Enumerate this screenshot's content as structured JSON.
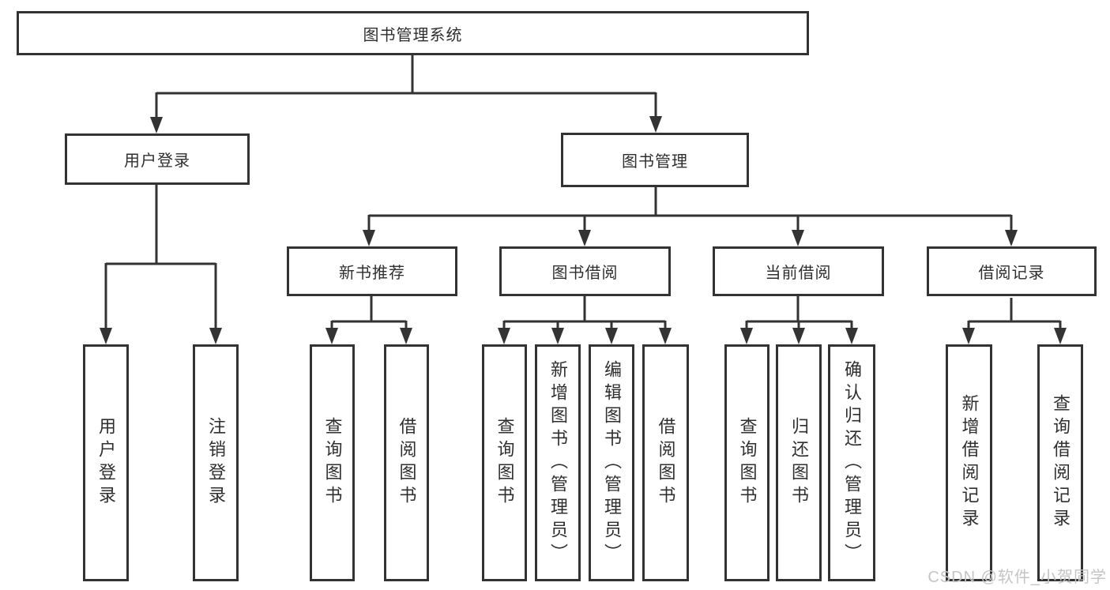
{
  "tree": {
    "label": "图书管理系统",
    "children": [
      {
        "label": "用户登录",
        "children": [
          {
            "label": "用户登录"
          },
          {
            "label": "注销登录"
          }
        ]
      },
      {
        "label": "图书管理",
        "children": [
          {
            "label": "新书推荐",
            "children": [
              {
                "label": "查询图书"
              },
              {
                "label": "借阅图书"
              }
            ]
          },
          {
            "label": "图书借阅",
            "children": [
              {
                "label": "查询图书"
              },
              {
                "label": "新增图书（管理员）"
              },
              {
                "label": "编辑图书（管理员）"
              },
              {
                "label": "借阅图书"
              }
            ]
          },
          {
            "label": "当前借阅",
            "children": [
              {
                "label": "查询图书"
              },
              {
                "label": "归还图书"
              },
              {
                "label": "确认归还（管理员）"
              }
            ]
          },
          {
            "label": "借阅记录",
            "children": [
              {
                "label": "新增借阅记录"
              },
              {
                "label": "查询借阅记录"
              }
            ]
          }
        ]
      }
    ]
  },
  "watermark": {
    "text": "CSDN @软件_小贺同学"
  },
  "colors": {
    "line": "#333333",
    "text": "#2f2f2f",
    "background": "#ffffff",
    "watermark": "#c4c4c4"
  }
}
